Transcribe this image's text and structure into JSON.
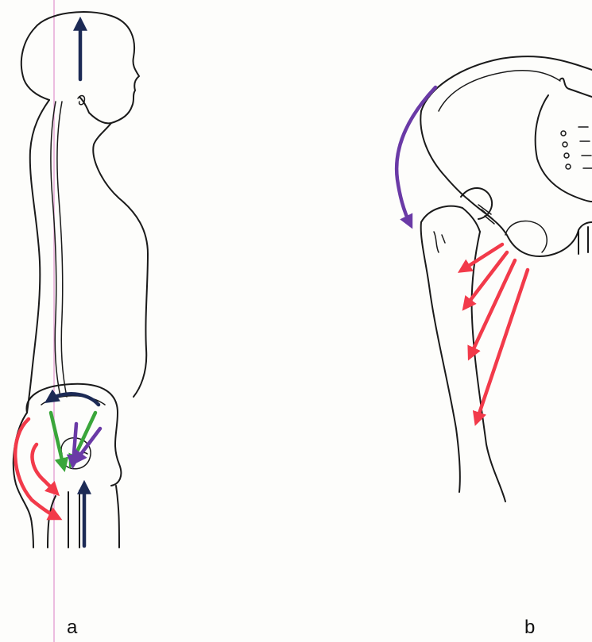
{
  "panels": [
    {
      "id": "a",
      "label": "a"
    },
    {
      "id": "b",
      "label": "b"
    }
  ],
  "colors": {
    "background": "#fdfdfb",
    "outline": "#1a1a1a",
    "guide_line": "#e6a8d8",
    "arrow_navy": "#1c2a55",
    "arrow_red": "#f23a4a",
    "arrow_green": "#3aa63a",
    "arrow_purple": "#6a3aa6"
  }
}
